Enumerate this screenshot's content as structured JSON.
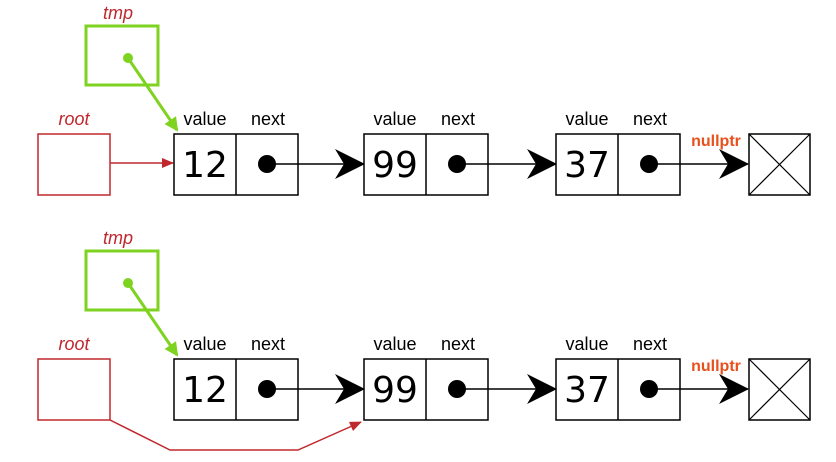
{
  "colors": {
    "tmp": "#7ed321",
    "root": "#c0282d",
    "nullptr": "#e8501c",
    "node": "#000000"
  },
  "panels": [
    {
      "tmp_label": "tmp",
      "root_label": "root",
      "root_points_to": "12",
      "nodes": [
        {
          "value_label": "value",
          "next_label": "next",
          "value": "12"
        },
        {
          "value_label": "value",
          "next_label": "next",
          "value": "99"
        },
        {
          "value_label": "value",
          "next_label": "next",
          "value": "37"
        }
      ],
      "null_label": "nullptr"
    },
    {
      "tmp_label": "tmp",
      "root_label": "root",
      "root_points_to": "99",
      "nodes": [
        {
          "value_label": "value",
          "next_label": "next",
          "value": "12"
        },
        {
          "value_label": "value",
          "next_label": "next",
          "value": "99"
        },
        {
          "value_label": "value",
          "next_label": "next",
          "value": "37"
        }
      ],
      "null_label": "nullptr"
    }
  ]
}
